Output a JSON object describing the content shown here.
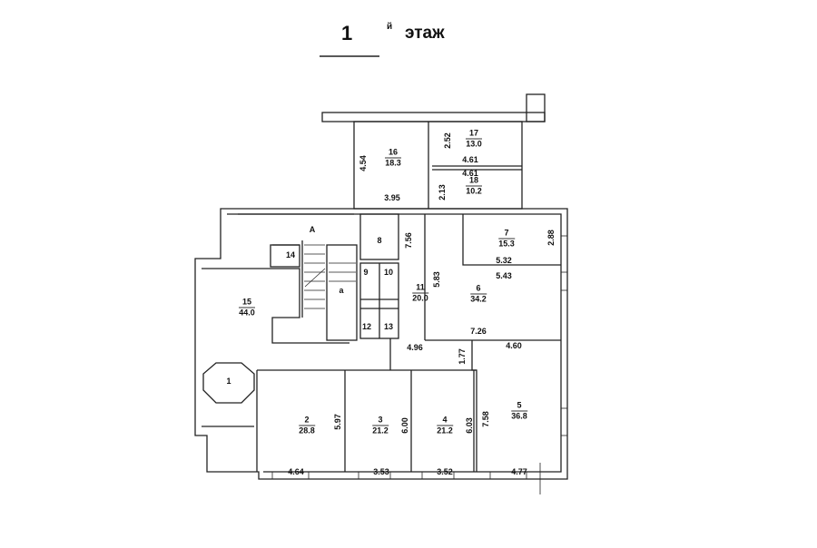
{
  "title": {
    "number": "1",
    "suffix": "й",
    "word": "этаж"
  },
  "labels": {
    "stair_a": "А",
    "stair_inner": "а",
    "room14": "14",
    "room9": "9",
    "room10": "10",
    "room12": "12",
    "room13": "13",
    "room8": "8",
    "room1": "1"
  },
  "rooms": [
    {
      "number": "16",
      "area": "18.3"
    },
    {
      "number": "17",
      "area": "13.0"
    },
    {
      "number": "18",
      "area": "10.2"
    },
    {
      "number": "15",
      "area": "44.0"
    },
    {
      "number": "11",
      "area": "20.0"
    },
    {
      "number": "7",
      "area": "15.3"
    },
    {
      "number": "6",
      "area": "34.2"
    },
    {
      "number": "2",
      "area": "28.8"
    },
    {
      "number": "3",
      "area": "21.2"
    },
    {
      "number": "4",
      "area": "21.2"
    },
    {
      "number": "5",
      "area": "36.8"
    }
  ],
  "dimensions": [
    "4.54",
    "3.95",
    "2.52",
    "4.61",
    "4.61",
    "2.13",
    "7.56",
    "5.83",
    "2.88",
    "5.32",
    "5.43",
    "7.26",
    "4.96",
    "1.77",
    "4.60",
    "5.97",
    "6.00",
    "6.03",
    "7.58",
    "4.64",
    "3.53",
    "3.52",
    "4.77"
  ]
}
